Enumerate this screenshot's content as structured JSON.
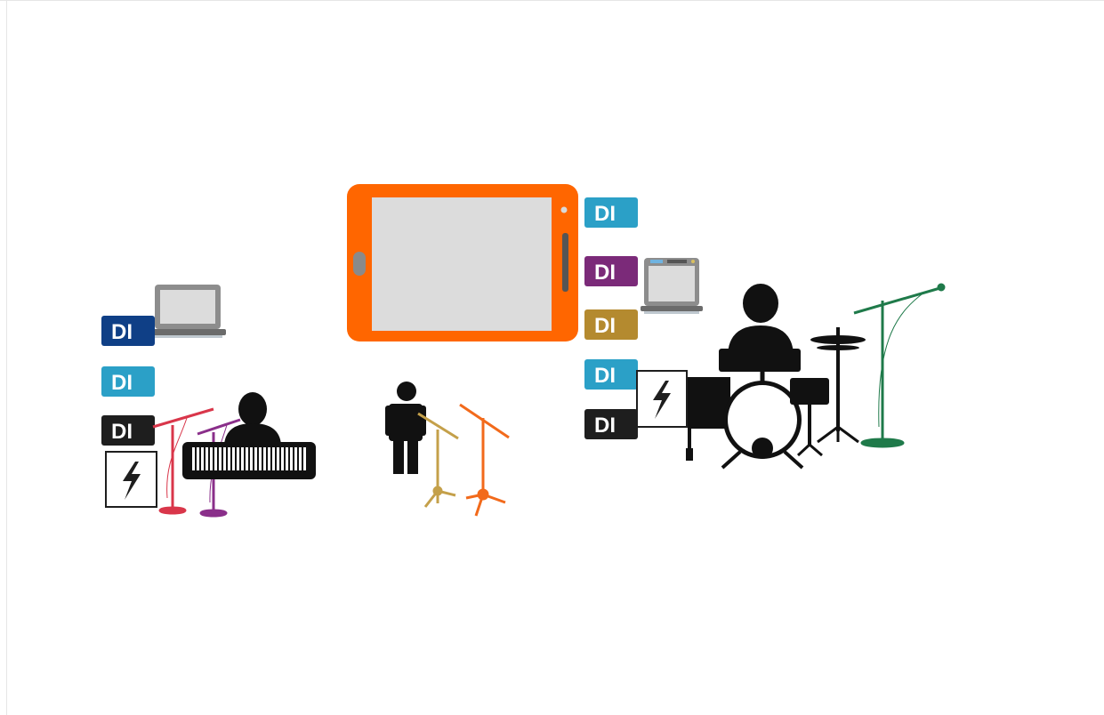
{
  "stage_plot": {
    "di_boxes": [
      {
        "id": "di-left-1",
        "label": "DI",
        "color": "#0f3f86"
      },
      {
        "id": "di-left-2",
        "label": "DI",
        "color": "#2ba0c7"
      },
      {
        "id": "di-left-3",
        "label": "DI",
        "color": "#1e1e1e"
      },
      {
        "id": "di-right-1",
        "label": "DI",
        "color": "#2ba0c7"
      },
      {
        "id": "di-right-2",
        "label": "DI",
        "color": "#7b2a79"
      },
      {
        "id": "di-right-3",
        "label": "DI",
        "color": "#b48a2f"
      },
      {
        "id": "di-right-4",
        "label": "DI",
        "color": "#2ba0c7"
      },
      {
        "id": "di-right-5",
        "label": "DI",
        "color": "#1e1e1e"
      }
    ],
    "colors": {
      "tablet_frame": "#ff6600",
      "screen": "#dcdcdc",
      "silhouette": "#111111",
      "mic_red": "#d9364a",
      "mic_purple": "#8a2f8a",
      "mic_gold": "#c4a04a",
      "mic_orange": "#f26a1b",
      "mic_green": "#1f7a4a"
    }
  }
}
